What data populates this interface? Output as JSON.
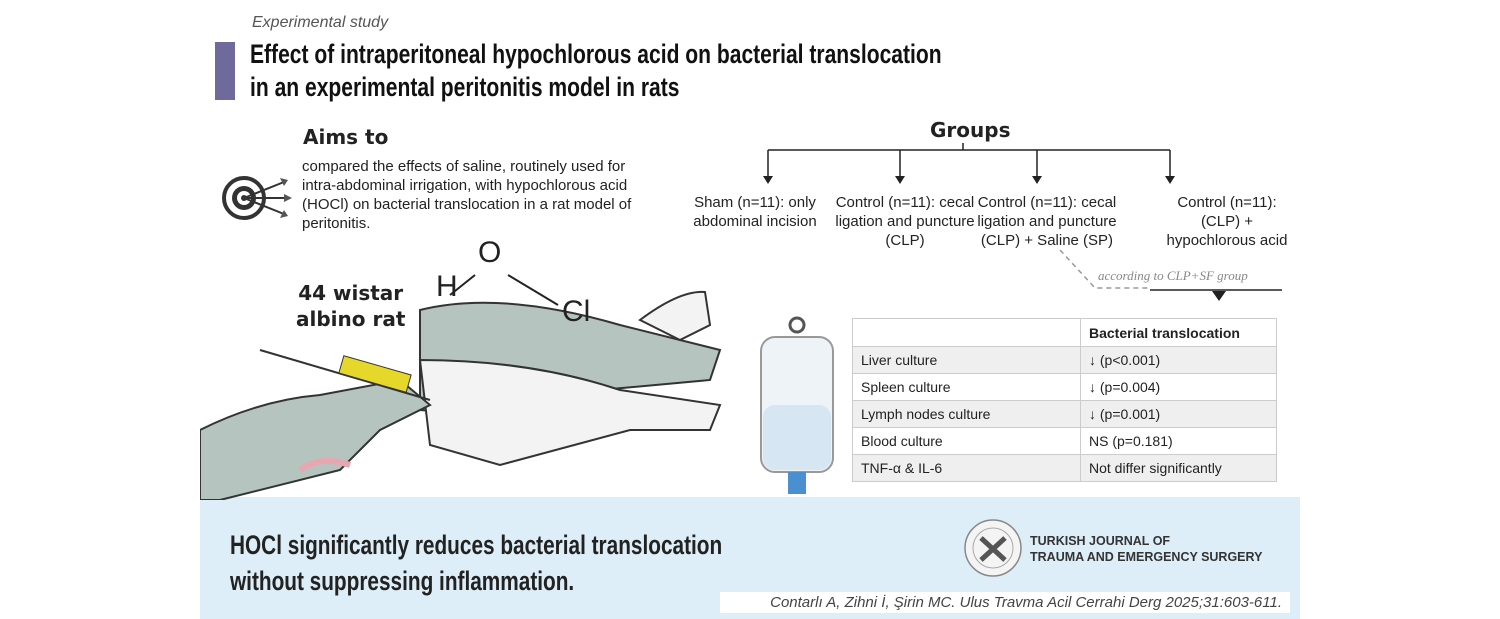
{
  "header": {
    "study_type": "Experimental study",
    "title_line1": "Effect of intraperitoneal hypochlorous acid on bacterial translocation",
    "title_line2": "in an experimental peritonitis model in rats"
  },
  "aims": {
    "heading": "Aims to",
    "text": "compared the effects of saline, routinely used for intra-abdominal irrigation, with hypochlorous acid (HOCl) on bacterial translocation in a rat model of peritonitis."
  },
  "groups": {
    "heading": "Groups",
    "items": [
      "Sham (n=11): only abdominal incision",
      "Control (n=11): cecal ligation and puncture (CLP)",
      "Control (n=11): cecal ligation and puncture (CLP) + Saline (SP)",
      "Control (n=11): (CLP) + hypochlorous acid"
    ],
    "note": "according to CLP+SF group"
  },
  "molecule": {
    "h": "H",
    "o": "O",
    "cl": "Cl"
  },
  "animals": {
    "line1": "44 wistar",
    "line2": "albino rat"
  },
  "table": {
    "header": [
      "",
      "Bacterial translocation"
    ],
    "rows": [
      [
        "Liver culture",
        "↓ (p<0.001)"
      ],
      [
        "Spleen culture",
        "↓ (p=0.004)"
      ],
      [
        "Lymph nodes culture",
        "↓ (p=0.001)"
      ],
      [
        "Blood culture",
        "NS (p=0.181)"
      ],
      [
        "TNF-α & IL-6",
        "Not differ significantly"
      ]
    ]
  },
  "conclusion": {
    "line1": "HOCl significantly reduces bacterial translocation",
    "line2": "without suppressing inflammation."
  },
  "journal": {
    "line1": "TURKISH JOURNAL OF",
    "line2": "TRAUMA AND EMERGENCY SURGERY"
  },
  "citation": "Contarlı A, Zihni İ, Şirin MC. Ulus Travma Acil Cerrahi Derg 2025;31:603-611.",
  "colors": {
    "accent_bar": "#6f6a9c",
    "band": "#ddeef8"
  }
}
